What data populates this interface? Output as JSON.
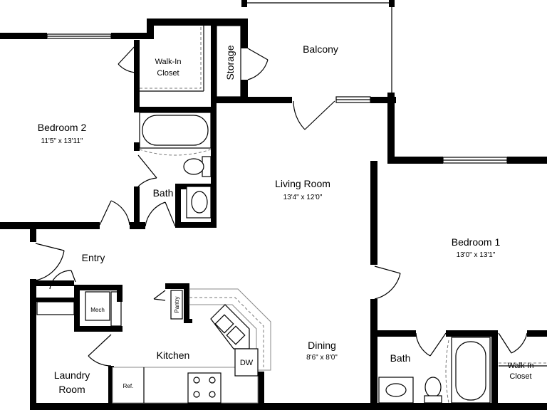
{
  "rooms": {
    "bedroom2": {
      "name": "Bedroom 2",
      "dims": "11'5\" x 13'11\""
    },
    "walkin_closet_left": {
      "line1": "Walk-In",
      "line2": "Closet"
    },
    "storage": {
      "name": "Storage"
    },
    "balcony": {
      "name": "Balcony"
    },
    "bath_left": {
      "name": "Bath"
    },
    "living_room": {
      "name": "Living Room",
      "dims": "13'4\" x 12'0\""
    },
    "bedroom1": {
      "name": "Bedroom 1",
      "dims": "13'0\" x 13'1\""
    },
    "entry": {
      "name": "Entry"
    },
    "mech": {
      "name": "Mech"
    },
    "pantry": {
      "name": "Pantry"
    },
    "kitchen": {
      "name": "Kitchen"
    },
    "dw": {
      "name": "DW"
    },
    "dining": {
      "name": "Dining",
      "dims": "8'6\" x 8'0\""
    },
    "laundry": {
      "line1": "Laundry",
      "line2": "Room"
    },
    "ref": {
      "name": "Ref."
    },
    "bath_right": {
      "name": "Bath"
    },
    "walkin_closet_right": {
      "line1": "Walk-In",
      "line2": "Closet"
    }
  }
}
